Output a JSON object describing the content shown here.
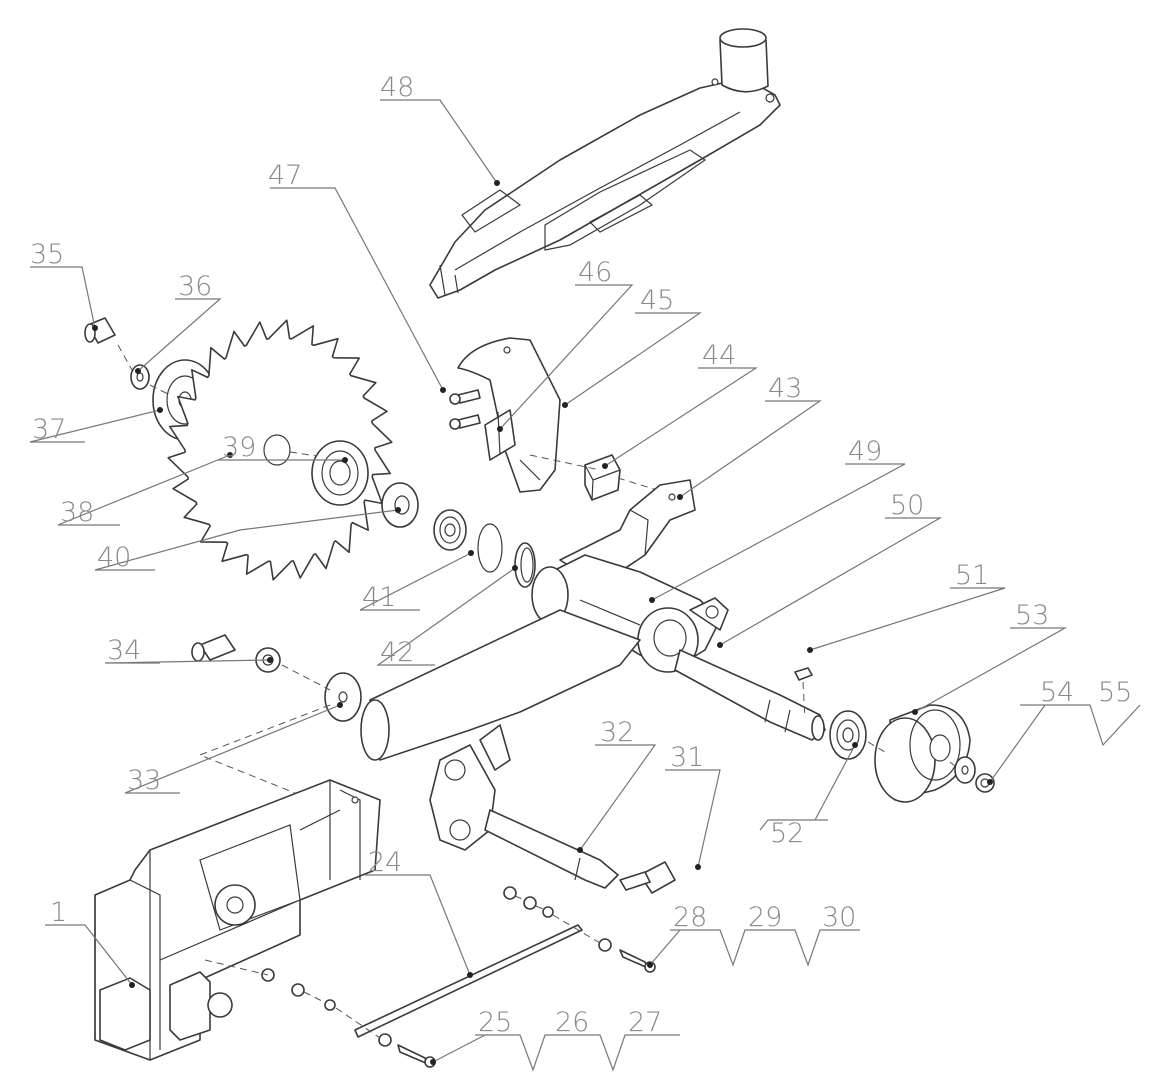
{
  "callouts": {
    "c1": "1",
    "c24": "24",
    "c25": "25",
    "c26": "26",
    "c27": "27",
    "c28": "28",
    "c29": "29",
    "c30": "30",
    "c31": "31",
    "c32": "32",
    "c33": "33",
    "c34": "34",
    "c35": "35",
    "c36": "36",
    "c37": "37",
    "c38": "38",
    "c39": "39",
    "c40": "40",
    "c41": "41",
    "c42": "42",
    "c43": "43",
    "c44": "44",
    "c45": "45",
    "c46": "46",
    "c47": "47",
    "c48": "48",
    "c49": "49",
    "c50": "50",
    "c51": "51",
    "c52": "52",
    "c53": "53",
    "c54": "54",
    "c55": "55"
  }
}
